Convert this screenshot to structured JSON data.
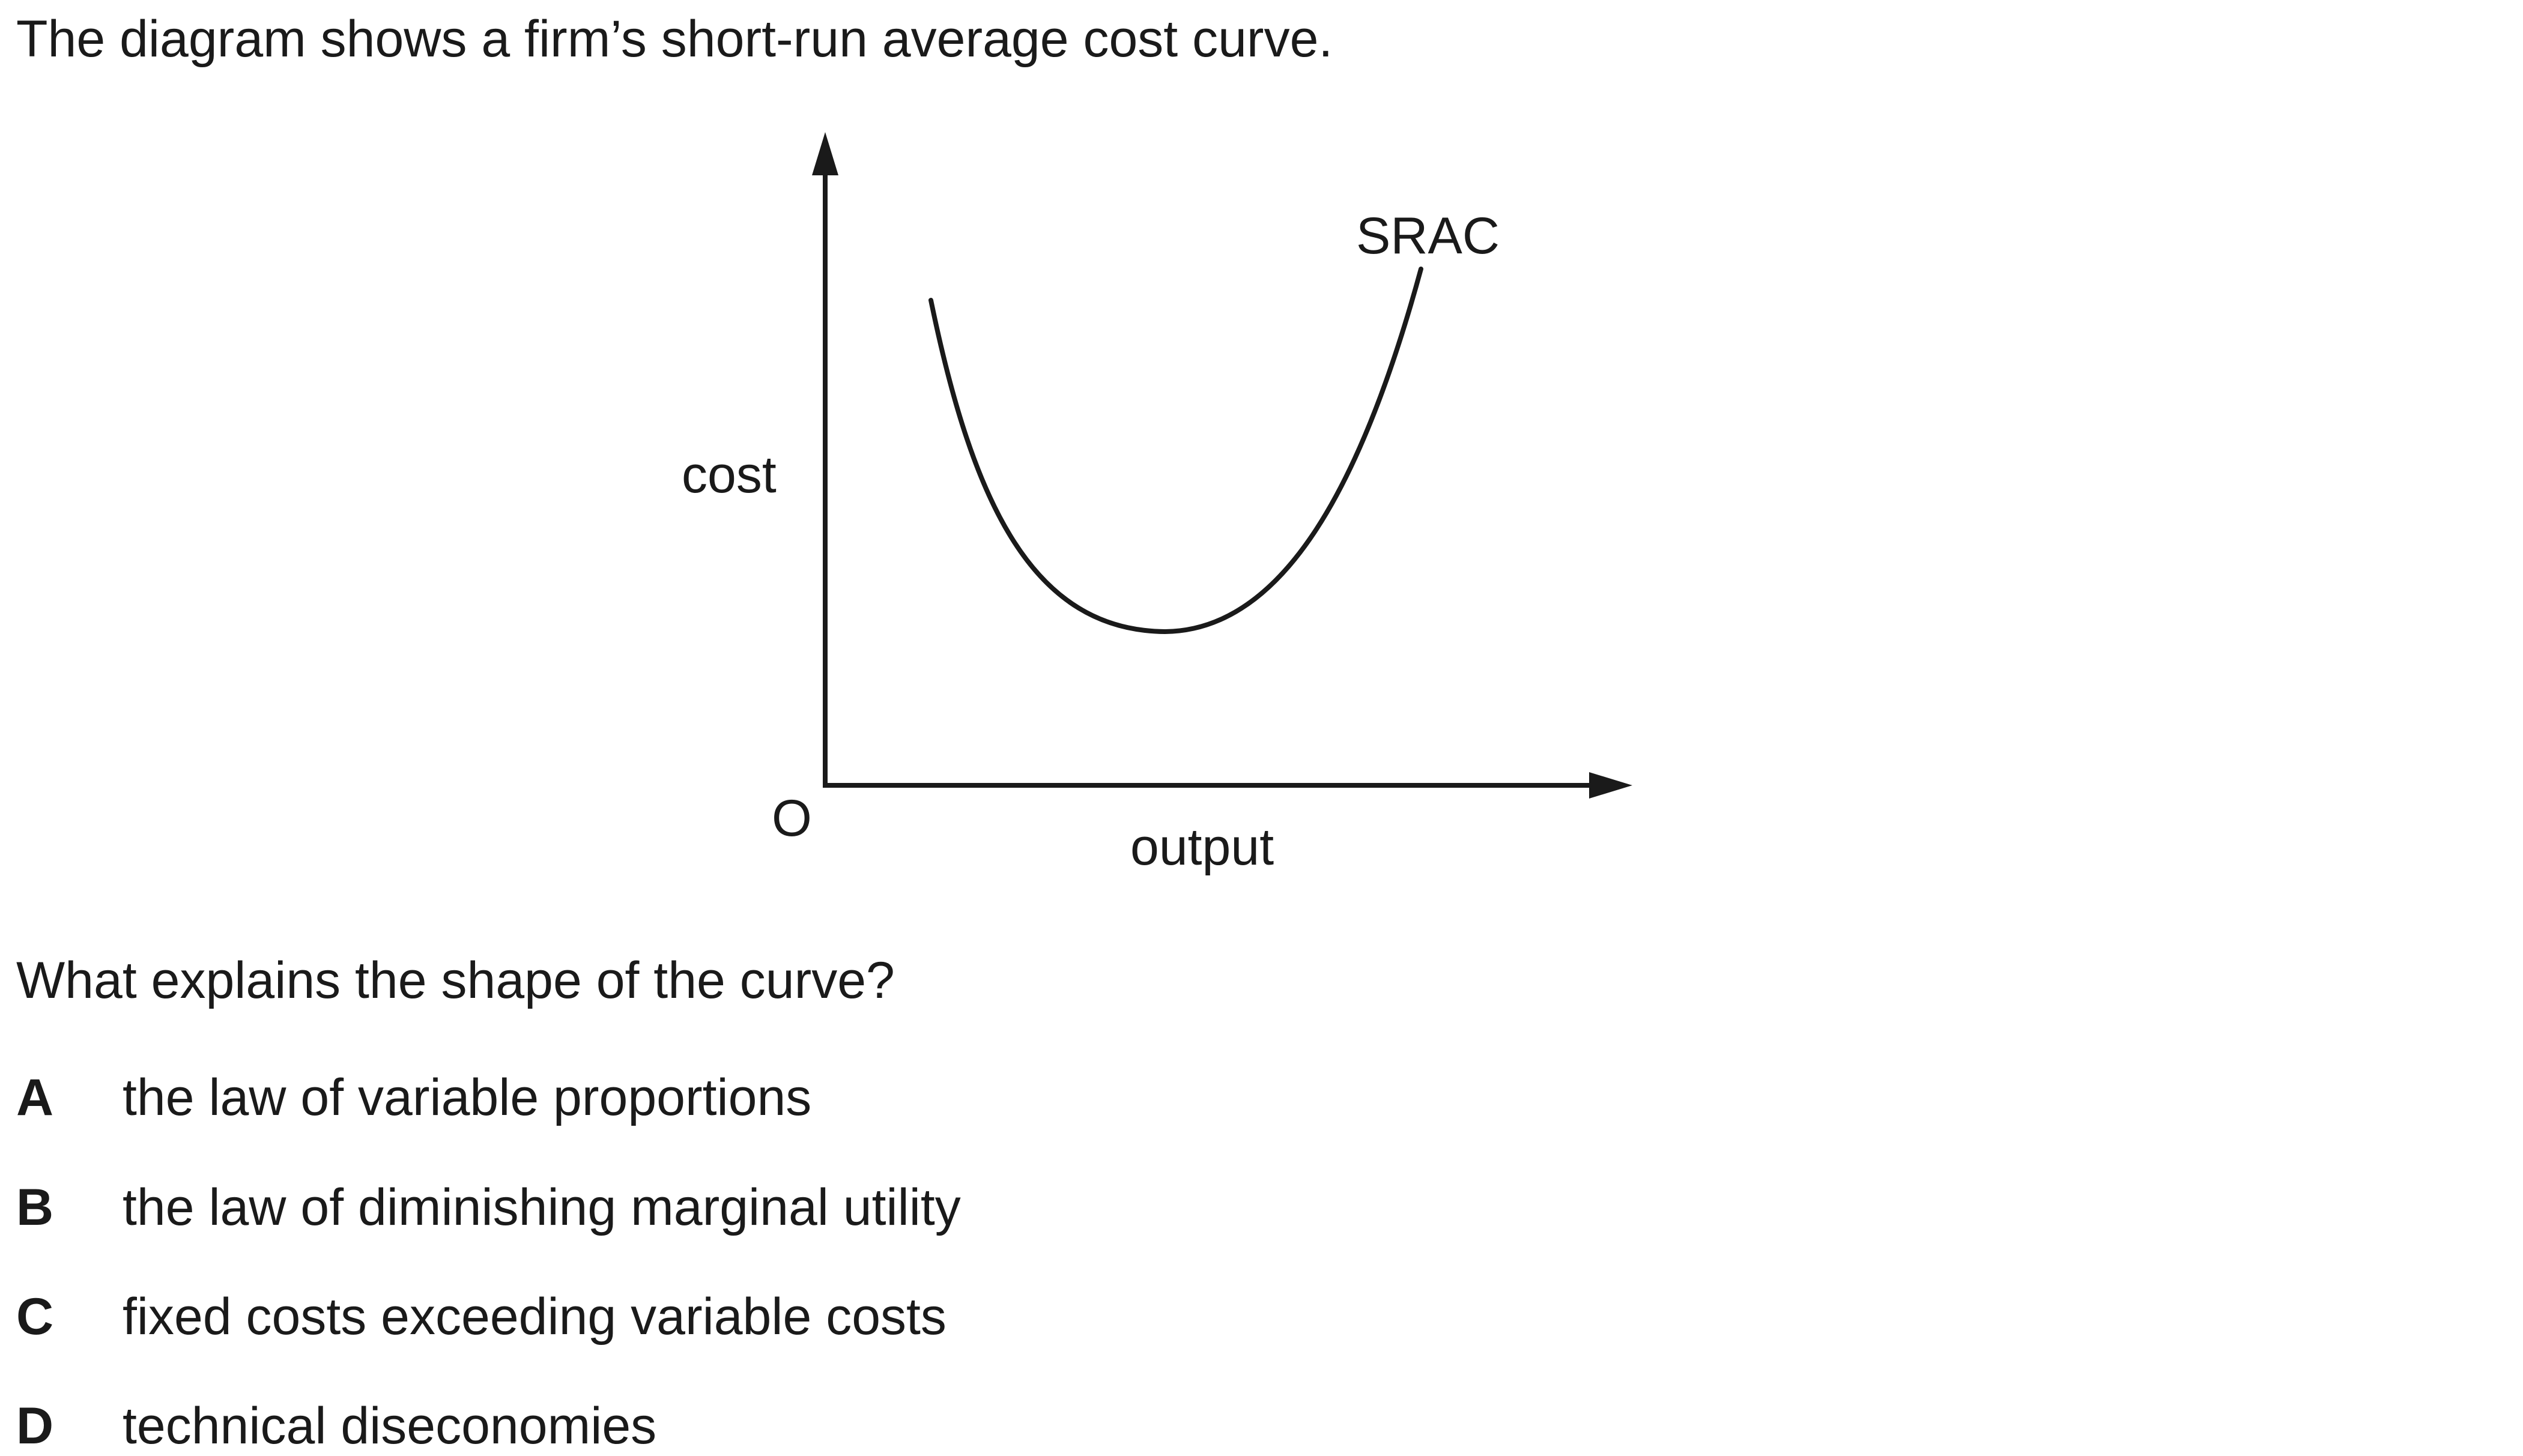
{
  "intro": "The diagram shows a firm’s short-run average cost curve.",
  "diagram": {
    "y_axis_label": "cost",
    "x_axis_label": "output",
    "origin_label": "O",
    "curve_label": "SRAC",
    "line_color": "#1a1a1a"
  },
  "question": "What explains the shape of the curve?",
  "options": [
    {
      "letter": "A",
      "text": "the law of variable proportions"
    },
    {
      "letter": "B",
      "text": "the law of diminishing marginal utility"
    },
    {
      "letter": "C",
      "text": "fixed costs exceeding variable costs"
    },
    {
      "letter": "D",
      "text": "technical diseconomies"
    }
  ]
}
